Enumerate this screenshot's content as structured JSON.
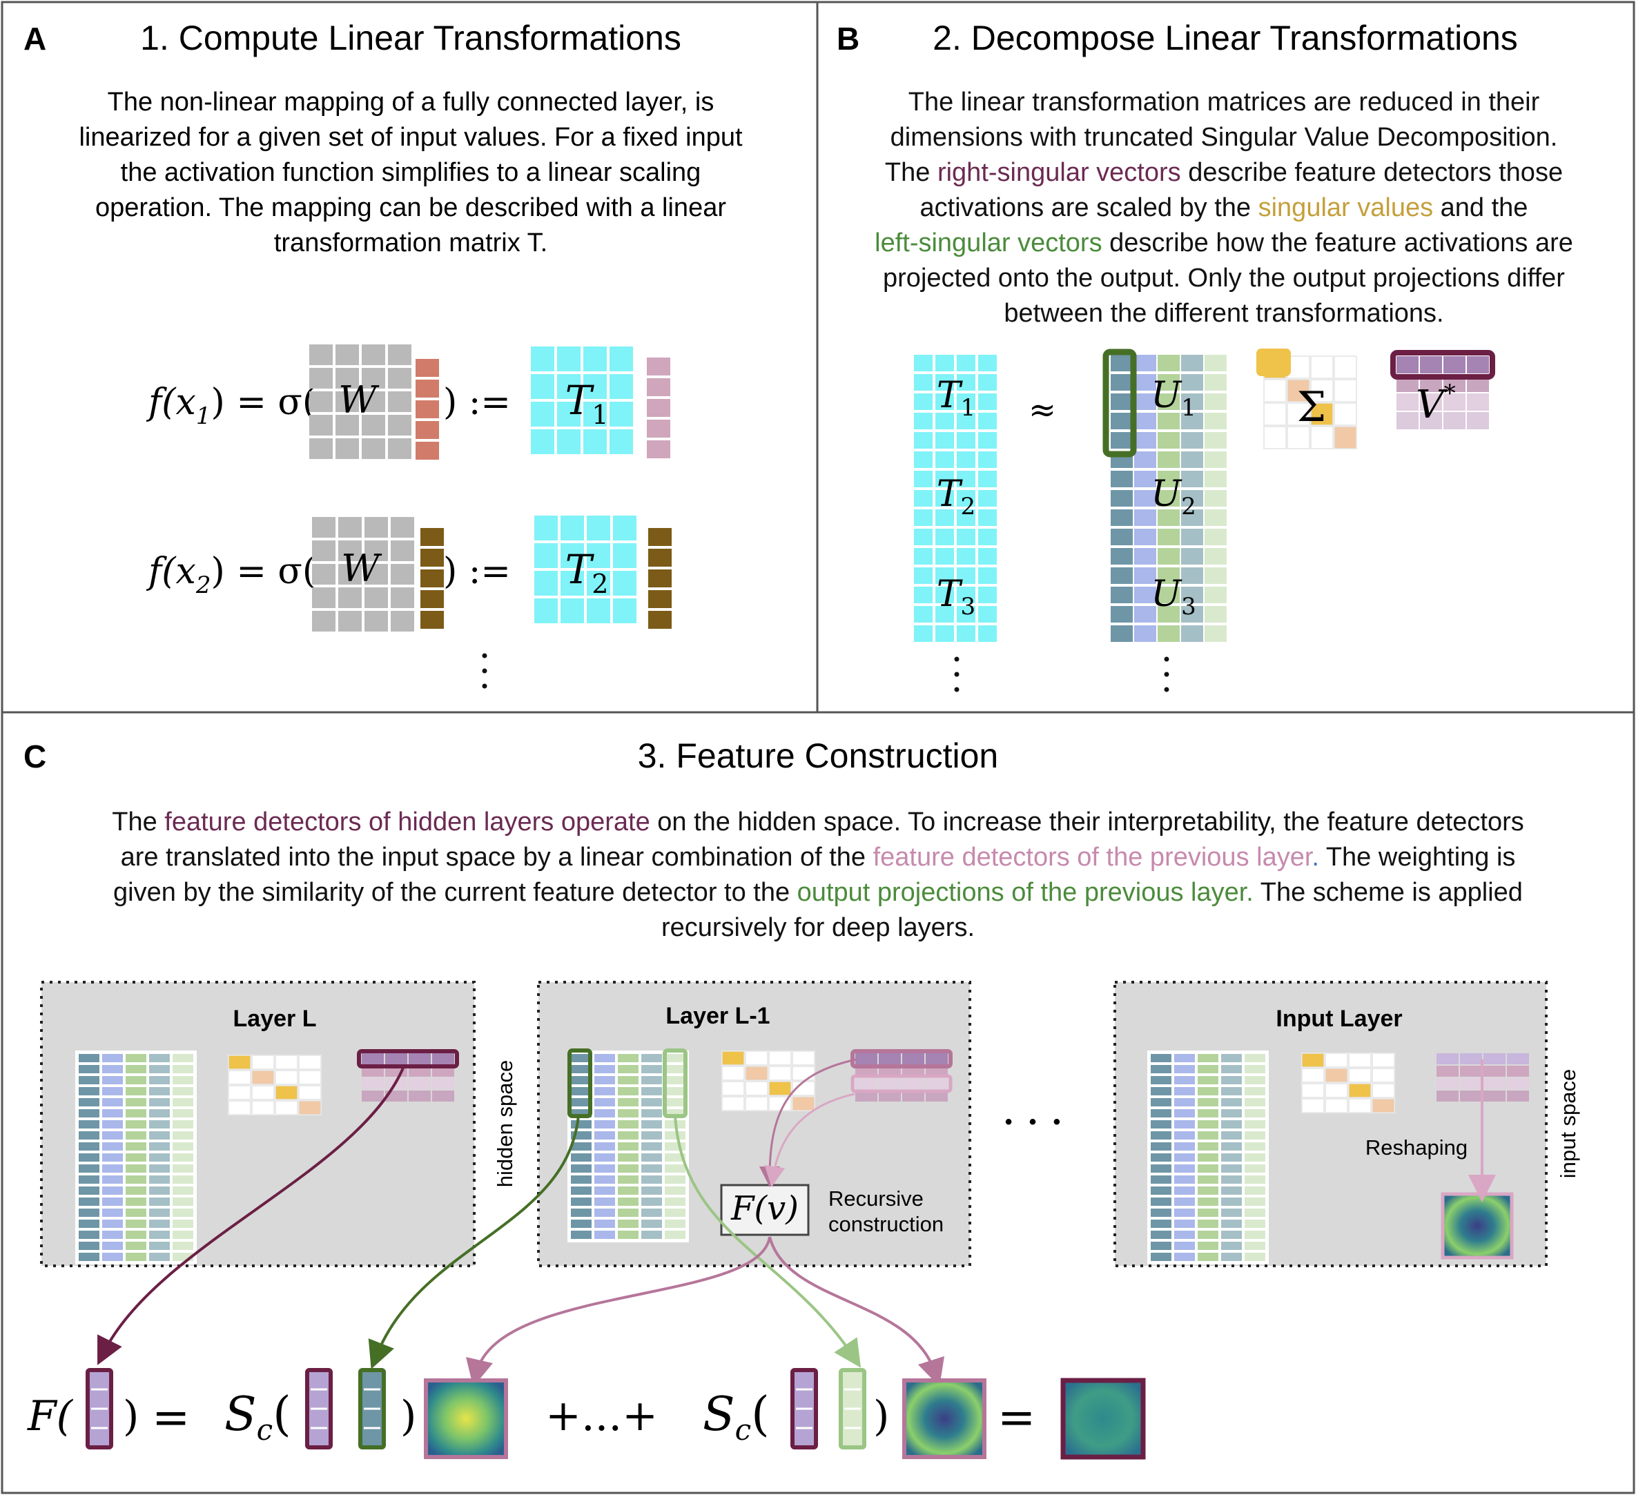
{
  "colors": {
    "gray_cell": "#b9b9b9",
    "cyan_cell": "#7ff3f7",
    "orange_vec": "#d17c6a",
    "pink_vec": "#cfa6bb",
    "brown_vec": "#7c5b18",
    "u_col1": "#6e96a6",
    "u_col2": "#a9b7ea",
    "u_col3": "#b3d39a",
    "u_col4": "#a5bfc6",
    "u_col5": "#d9e9cd",
    "sigma_gold": "#efc24a",
    "sigma_peach": "#f1c9a6",
    "v_row": "#a583b3",
    "dark_maroon": "#6b1f44",
    "dark_green": "#466f26",
    "light_green": "#9bc585",
    "mauve": "#b5769a",
    "right_singular_text": "#6b2a52",
    "singular_values_text": "#c4a03c",
    "left_singular_text": "#4b8b3b",
    "prev_detectors_text": "#c68aae",
    "blue_dot": "#3b6fd1"
  },
  "panelA": {
    "letter": "A",
    "title": "1. Compute Linear Transformations",
    "description": [
      "The non-linear mapping of a fully connected layer, is",
      "linearized for a given set of input values. For a fixed input",
      "the activation function simplifies to a linear scaling",
      "operation. The mapping can be described with a linear",
      "transformation matrix T."
    ],
    "eq1": {
      "lhs": "f(x",
      "sub": "1",
      "mid": ") = σ(",
      "w": "W",
      "close": ") :=",
      "t": "T",
      "tsub": "1"
    },
    "eq2": {
      "lhs": "f(x",
      "sub": "2",
      "mid": ") = σ(",
      "w": "W",
      "close": ") :=",
      "t": "T",
      "tsub": "2"
    },
    "ellipsis": "⋮"
  },
  "panelB": {
    "letter": "B",
    "title": "2. Decompose Linear Transformations",
    "description": [
      [
        {
          "t": "The linear transformation matrices are reduced in their",
          "c": "black"
        }
      ],
      [
        {
          "t": "dimensions with  truncated Singular Value Decomposition.",
          "c": "black"
        }
      ],
      [
        {
          "t": "The ",
          "c": "black"
        },
        {
          "t": "right-singular vectors",
          "c": "right"
        },
        {
          "t": " describe feature detectors those",
          "c": "black"
        }
      ],
      [
        {
          "t": "activations are scaled by the ",
          "c": "black"
        },
        {
          "t": "singular values",
          "c": "gold"
        },
        {
          "t": " and the",
          "c": "black"
        }
      ],
      [
        {
          "t": "left-singular vectors",
          "c": "left"
        },
        {
          "t": " describe how the feature activations are",
          "c": "black"
        }
      ],
      [
        {
          "t": "projected onto the output. Only the output projections differ",
          "c": "black"
        }
      ],
      [
        {
          "t": "between the different transformations.",
          "c": "black"
        }
      ]
    ],
    "t_labels": [
      {
        "m": "T",
        "s": "1"
      },
      {
        "m": "T",
        "s": "2"
      },
      {
        "m": "T",
        "s": "3"
      }
    ],
    "approx": "≈",
    "u_labels": [
      {
        "m": "U",
        "s": "1"
      },
      {
        "m": "U",
        "s": "2"
      },
      {
        "m": "U",
        "s": "3"
      }
    ],
    "sigma": "Σ",
    "v": "V",
    "v_sup": "*",
    "ellipsis": "⋮"
  },
  "panelC": {
    "letter": "C",
    "title": "3. Feature Construction",
    "description": [
      [
        {
          "t": "The ",
          "c": "black"
        },
        {
          "t": "feature detectors of hidden layers operate",
          "c": "right"
        },
        {
          "t": " on the hidden space. To increase their interpretability, the feature detectors",
          "c": "black"
        }
      ],
      [
        {
          "t": "are translated into the input space by a linear combination of the ",
          "c": "black"
        },
        {
          "t": "feature detectors of the previous layer",
          "c": "prev"
        },
        {
          "t": ".",
          "c": "blue"
        },
        {
          "t": " The weighting is",
          "c": "black"
        }
      ],
      [
        {
          "t": "given by the similarity of the current feature detector to the ",
          "c": "black"
        },
        {
          "t": "output projections of the previous layer",
          "c": "left"
        },
        {
          "t": ".",
          "c": "left"
        },
        {
          "t": " The scheme is applied",
          "c": "black"
        }
      ],
      [
        {
          "t": "recursively for deep layers.",
          "c": "black"
        }
      ]
    ],
    "layerL": "Layer L",
    "layerL1": "Layer L-1",
    "inputLayer": "Input Layer",
    "hiddenSpace": "hidden space",
    "inputSpace": "input space",
    "reshaping": "Reshaping",
    "fv": "F(v)",
    "recursive1": "Recursive",
    "recursive2": "construction",
    "dots": "• • •",
    "bottom": {
      "F": "F(",
      "close1": ")",
      "eq": "=",
      "S": "S",
      "Ssub": "c",
      "open": "(",
      "close": ")",
      "plus": "+...+",
      "eq2": "="
    }
  }
}
